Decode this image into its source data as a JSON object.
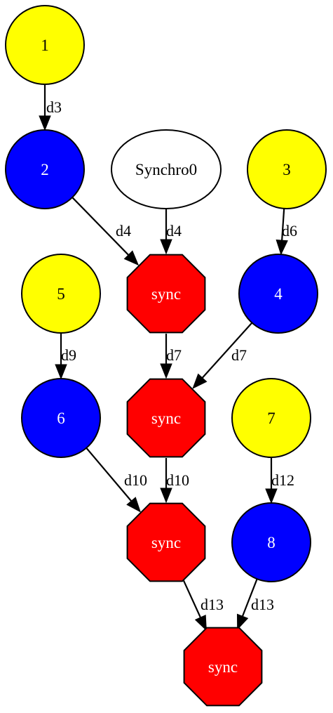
{
  "colors": {
    "yellow": "#ffff00",
    "blue": "#0000ff",
    "red": "#ff0000",
    "white": "#ffffff"
  },
  "nodes": [
    {
      "id": "n1",
      "label": "1",
      "shape": "circle",
      "fill": "yellow",
      "text_color": "#000000"
    },
    {
      "id": "n2",
      "label": "2",
      "shape": "circle",
      "fill": "blue",
      "text_color": "#ffffff"
    },
    {
      "id": "synchro0",
      "label": "Synchro0",
      "shape": "ellipse",
      "fill": "white",
      "text_color": "#000000"
    },
    {
      "id": "n3",
      "label": "3",
      "shape": "circle",
      "fill": "yellow",
      "text_color": "#000000"
    },
    {
      "id": "n5",
      "label": "5",
      "shape": "circle",
      "fill": "yellow",
      "text_color": "#000000"
    },
    {
      "id": "sync1",
      "label": "sync",
      "shape": "octagon",
      "fill": "red",
      "text_color": "#ffffff"
    },
    {
      "id": "n4",
      "label": "4",
      "shape": "circle",
      "fill": "blue",
      "text_color": "#ffffff"
    },
    {
      "id": "n6",
      "label": "6",
      "shape": "circle",
      "fill": "blue",
      "text_color": "#ffffff"
    },
    {
      "id": "sync2",
      "label": "sync",
      "shape": "octagon",
      "fill": "red",
      "text_color": "#ffffff"
    },
    {
      "id": "n7",
      "label": "7",
      "shape": "circle",
      "fill": "yellow",
      "text_color": "#000000"
    },
    {
      "id": "sync3",
      "label": "sync",
      "shape": "octagon",
      "fill": "red",
      "text_color": "#ffffff"
    },
    {
      "id": "n8",
      "label": "8",
      "shape": "circle",
      "fill": "blue",
      "text_color": "#ffffff"
    },
    {
      "id": "sync4",
      "label": "sync",
      "shape": "octagon",
      "fill": "red",
      "text_color": "#ffffff"
    }
  ],
  "edges": [
    {
      "from": "n1",
      "to": "n2",
      "label": "d3"
    },
    {
      "from": "n2",
      "to": "sync1",
      "label": "d4"
    },
    {
      "from": "synchro0",
      "to": "sync1",
      "label": "d4"
    },
    {
      "from": "n3",
      "to": "n4",
      "label": "d6"
    },
    {
      "from": "n5",
      "to": "n6",
      "label": "d9"
    },
    {
      "from": "sync1",
      "to": "sync2",
      "label": "d7"
    },
    {
      "from": "n4",
      "to": "sync2",
      "label": "d7"
    },
    {
      "from": "n6",
      "to": "sync3",
      "label": "d10"
    },
    {
      "from": "sync2",
      "to": "sync3",
      "label": "d10"
    },
    {
      "from": "n7",
      "to": "n8",
      "label": "d12"
    },
    {
      "from": "sync3",
      "to": "sync4",
      "label": "d13"
    },
    {
      "from": "n8",
      "to": "sync4",
      "label": "d13"
    }
  ]
}
